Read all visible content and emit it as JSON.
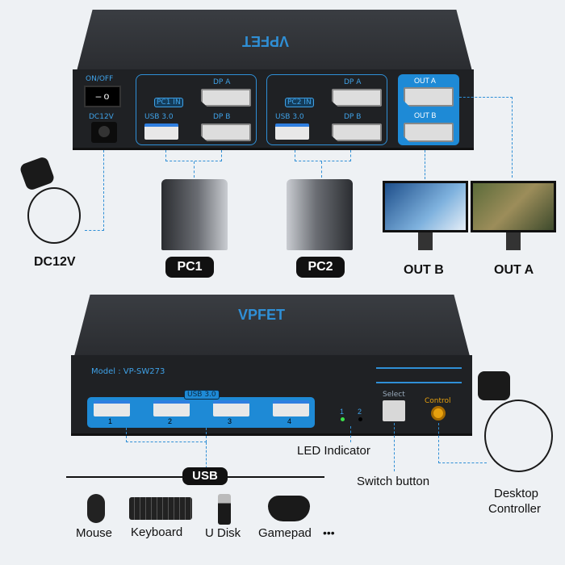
{
  "top_device": {
    "brand": "VPFET",
    "power_label": "ON/OFF",
    "dc_label": "DC12V",
    "pc1": {
      "badge": "PC1 IN",
      "usb": "USB 3.0",
      "dp_a": "DP A",
      "dp_b": "DP B"
    },
    "pc2": {
      "badge": "PC2 IN",
      "usb": "USB 3.0",
      "dp_a": "DP A",
      "dp_b": "DP B"
    },
    "out_a": "OUT A",
    "out_b": "OUT B"
  },
  "adapter_label": "DC12V",
  "pc_labels": [
    "PC1",
    "PC2"
  ],
  "monitor_labels": [
    "OUT B",
    "OUT A"
  ],
  "bottom_device": {
    "brand": "VPFET",
    "model": "Model : VP-SW273",
    "usb_label": "USB 3.0",
    "port_numbers": [
      "1",
      "2",
      "3",
      "4"
    ],
    "led_numbers": [
      "1",
      "2"
    ],
    "select_label": "Select",
    "control_label": "Control"
  },
  "callouts": {
    "led": "LED Indicator",
    "switch": "Switch button",
    "controller_line1": "Desktop",
    "controller_line2": "Controller"
  },
  "usb_section": {
    "title": "USB",
    "devices": [
      "Mouse",
      "Keyboard",
      "U Disk",
      "Gamepad"
    ],
    "more": "•••"
  },
  "colors": {
    "accent": "#2f8fd6",
    "device": "#1f2124",
    "background": "#eef1f4",
    "led_on": "#3ce04a",
    "control_jack": "#e8a10e"
  }
}
